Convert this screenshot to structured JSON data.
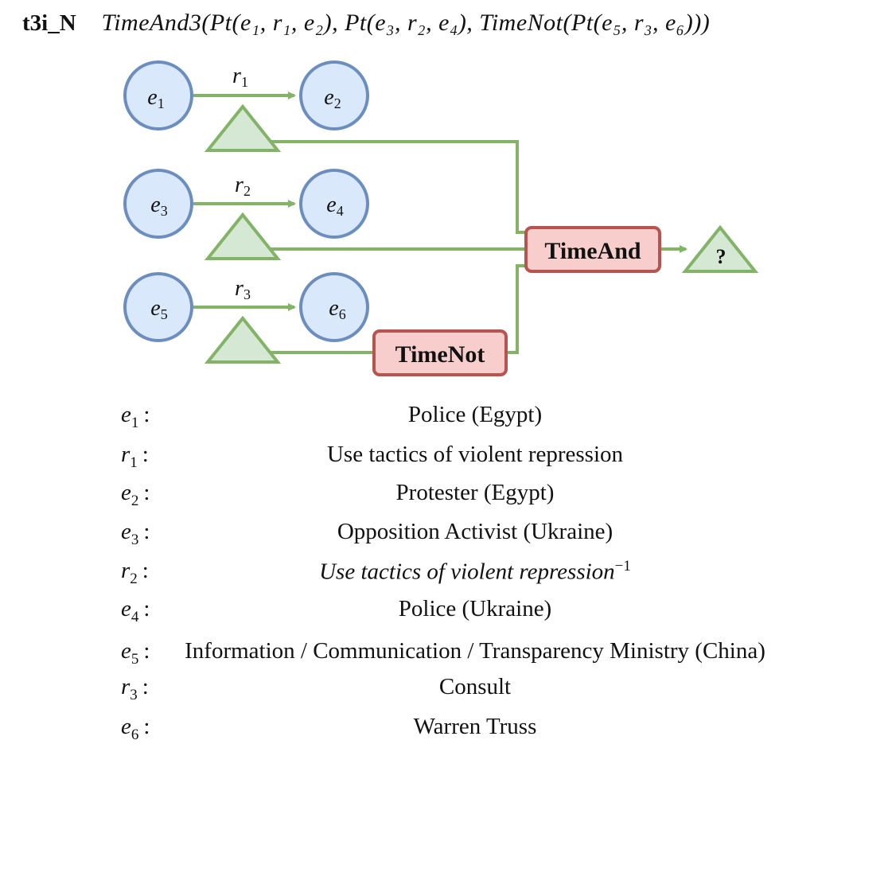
{
  "header": {
    "tag": "t3i_N",
    "formula": "TimeAnd3(Pt(e₁, r₁, e₂), Pt(e₃, r₂, e₄), TimeNot(Pt(e₅, r₃, e₆)))"
  },
  "diagram": {
    "nodes": [
      {
        "id": "e1",
        "base": "e",
        "sub": "1"
      },
      {
        "id": "e2",
        "base": "e",
        "sub": "2"
      },
      {
        "id": "e3",
        "base": "e",
        "sub": "3"
      },
      {
        "id": "e4",
        "base": "e",
        "sub": "4"
      },
      {
        "id": "e5",
        "base": "e",
        "sub": "5"
      },
      {
        "id": "e6",
        "base": "e",
        "sub": "6"
      }
    ],
    "relations": [
      {
        "id": "r1",
        "base": "r",
        "sub": "1"
      },
      {
        "id": "r2",
        "base": "r",
        "sub": "2"
      },
      {
        "id": "r3",
        "base": "r",
        "sub": "3"
      }
    ],
    "ops": {
      "time_and": "TimeAnd",
      "time_not": "TimeNot",
      "result": "?"
    },
    "colors": {
      "entity_fill": "#dae8fc",
      "entity_stroke": "#6c8ebf",
      "edge": "#82b366",
      "triangle_fill": "#d5e8d4",
      "op_fill": "#f8cecc",
      "op_stroke": "#b85450"
    }
  },
  "legend": [
    {
      "base": "e",
      "sub": "1",
      "text": "Police (Egypt)"
    },
    {
      "base": "r",
      "sub": "1",
      "text": "Use tactics of violent repression"
    },
    {
      "base": "e",
      "sub": "2",
      "text": "Protester (Egypt)"
    },
    {
      "base": "e",
      "sub": "3",
      "text": "Opposition Activist (Ukraine)"
    },
    {
      "base": "r",
      "sub": "2",
      "text": "Use tactics of violent repression",
      "sup": "−1"
    },
    {
      "base": "e",
      "sub": "4",
      "text": "Police (Ukraine)"
    },
    {
      "base": "e",
      "sub": "5",
      "text": "Information / Communication / Transparency Ministry (China)"
    },
    {
      "base": "r",
      "sub": "3",
      "text": "Consult"
    },
    {
      "base": "e",
      "sub": "6",
      "text": "Warren Truss"
    }
  ]
}
